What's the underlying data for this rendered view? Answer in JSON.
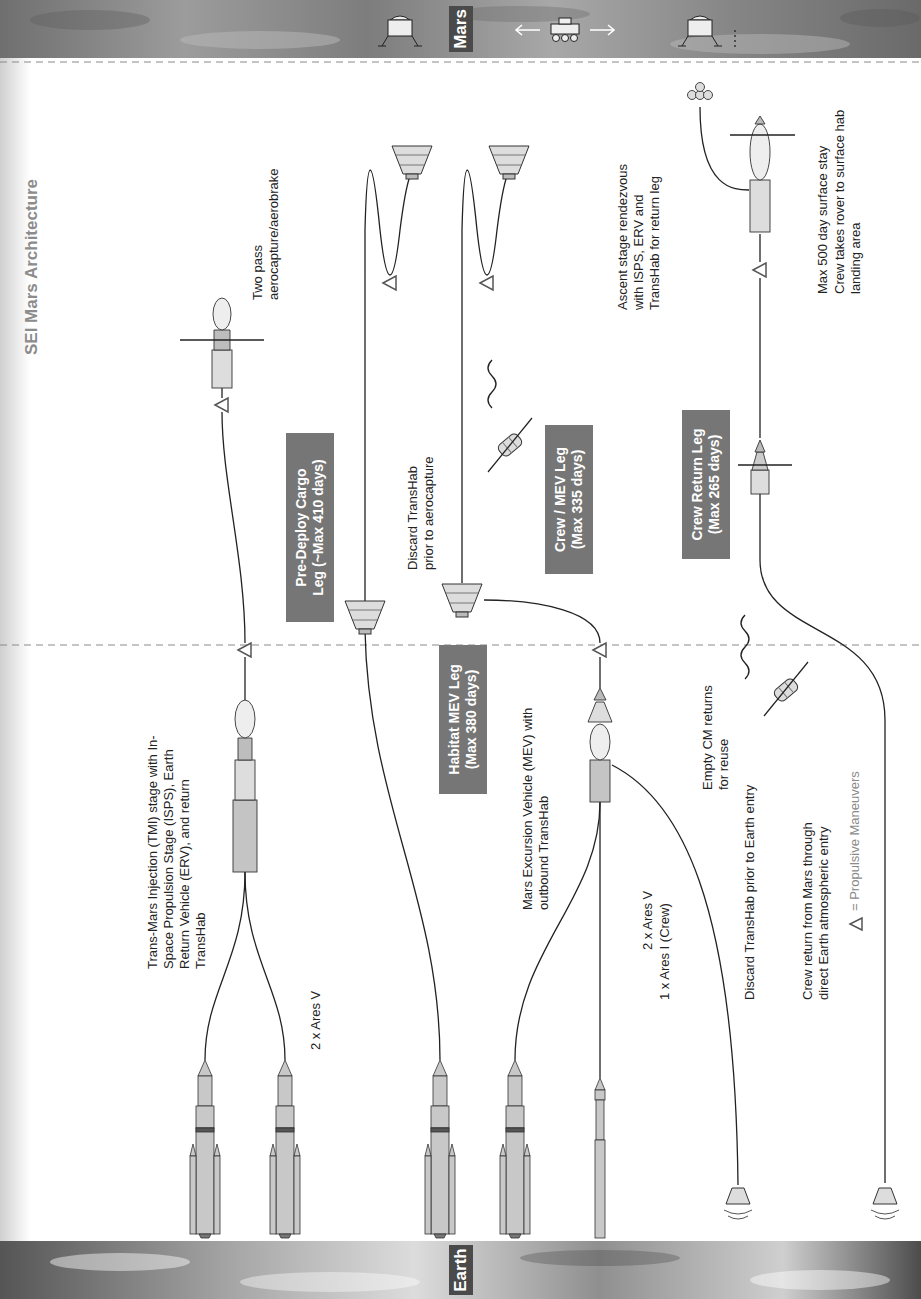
{
  "diagram": {
    "title": "SEI Mars Architecture",
    "nodes": [
      {
        "text": [
          "Mars"
        ]
      },
      {
        "text": [
          "Pre-Deploy Cargo Leg (~Max 410 days)"
        ]
      },
      {
        "text": [
          "Habitat MEV Leg (Max 380 days)"
        ]
      },
      {
        "text": [
          "Crew / MEV Leg (Max 335 days)"
        ]
      },
      {
        "text": [
          "Crew Return Leg (Max 265 days)"
        ]
      },
      {
        "text": [
          "Earth"
        ]
      }
    ],
    "labels": [
      "Two pass aerocapture/aerobrake",
      "Trans-Mars Injection (TMI) stage with In-Space Propulsion Stage (ISPS), Earth Return Vehicle (ERV), and return TransHab",
      "2 x Ares V",
      "Discard TransHab prior to aerocapture",
      "Mars Excursion Vehicle (MEV) with outbound TransHab",
      "2 x Ares V",
      "1 x Ares I (Crew)",
      "Empty CM returns for reuse",
      "Ascent stage rendezvous with ISPS, ERV and TransHab for return leg",
      "Max 500 day surface stay",
      "Crew takes rover to surface hab landing area",
      "Discard TransHab prior to Earth entry",
      "Crew return from Mars through direct Earth atmospheric entry"
    ],
    "legend": [
      {
        "text": "= Propulsive Maneuvers"
      }
    ]
  }
}
